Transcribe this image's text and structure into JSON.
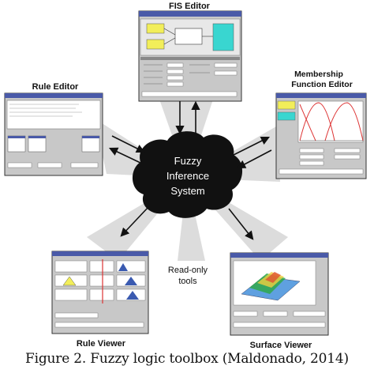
{
  "center": {
    "line1": "Fuzzy",
    "line2": "Inference",
    "line3": "System"
  },
  "windows": {
    "fis": {
      "label": "FIS Editor"
    },
    "membership": {
      "label_line1": "Membership",
      "label_line2": "Function Editor"
    },
    "rule_editor": {
      "label": "Rule Editor"
    },
    "rule_viewer": {
      "label": "Rule Viewer"
    },
    "surface_viewer": {
      "label": "Surface Viewer"
    }
  },
  "read_only": {
    "line1": "Read-only",
    "line2": "tools"
  },
  "caption": "Figure 2. Fuzzy logic toolbox (Maldonado, 2014)",
  "colors": {
    "window_bg": "#c8c8c8",
    "title_bar": "#4a5aa8",
    "highlight_yellow": "#f2ee5a",
    "cyan": "#39d6d0",
    "ray": "#dcdcdc",
    "cloud": "#111111"
  }
}
